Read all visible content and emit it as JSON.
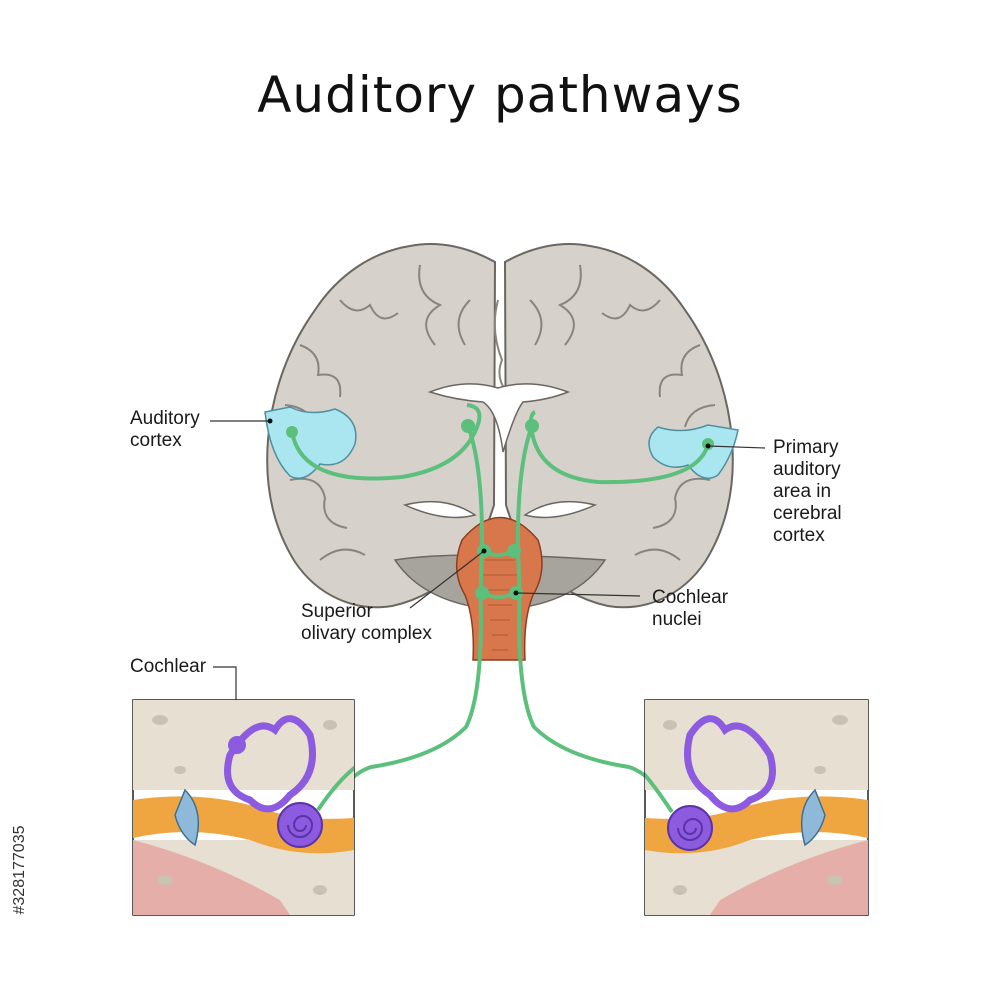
{
  "title": "Auditory pathways",
  "labels": {
    "auditory_cortex": [
      "Auditory",
      "cortex"
    ],
    "primary_area": [
      "Primary",
      "auditory",
      "area in",
      "cerebral",
      "cortex"
    ],
    "superior_olivary": [
      "Superior",
      "olivary complex"
    ],
    "cochlear_nuclei": [
      "Cochlear",
      "nuclei"
    ],
    "cochlear": "Cochlear"
  },
  "stock_id": "#328177035",
  "colors": {
    "brain_tissue": "#d6d2cb",
    "brain_outline": "#6b6660",
    "auditory_cortex": "#a9e6ef",
    "pathway": "#5cbf7c",
    "brainstem": "#d9774c",
    "cochlea": "#8c5be0",
    "bone": "#e7e0d2",
    "canal": "#f0a640"
  }
}
